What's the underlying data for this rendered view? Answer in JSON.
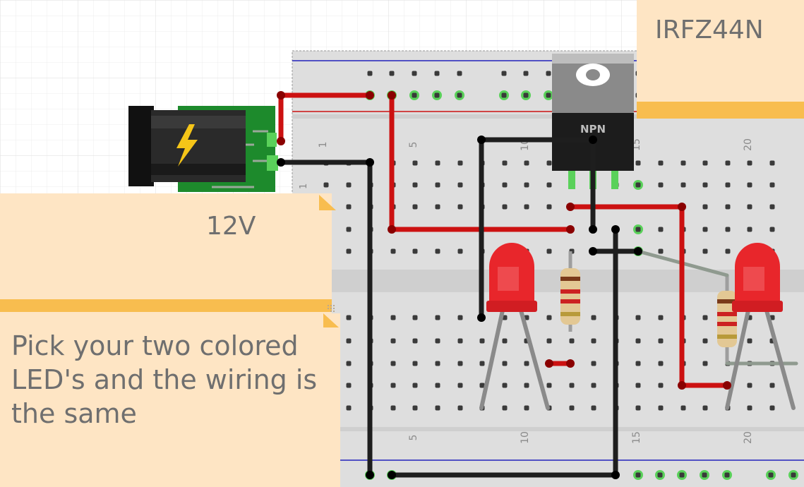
{
  "notes": {
    "part_label": "IRFZ44N",
    "power_label": "12V",
    "instructions": "Pick your two colored LED's and the wiring is the same"
  },
  "transistor": {
    "marking": "NPN"
  },
  "breadboard": {
    "column_labels": [
      "1",
      "5",
      "10",
      "15",
      "20"
    ]
  },
  "colors": {
    "red_wire": "#cc1111",
    "black_wire": "#1e1e1e",
    "led_red": "#e8262b",
    "note_bg": "#fee5c4",
    "note_accent": "#f8bd4f",
    "hole_connected": "#5ad15a"
  },
  "icons": {
    "power_jack": "lightning-bolt-icon"
  }
}
